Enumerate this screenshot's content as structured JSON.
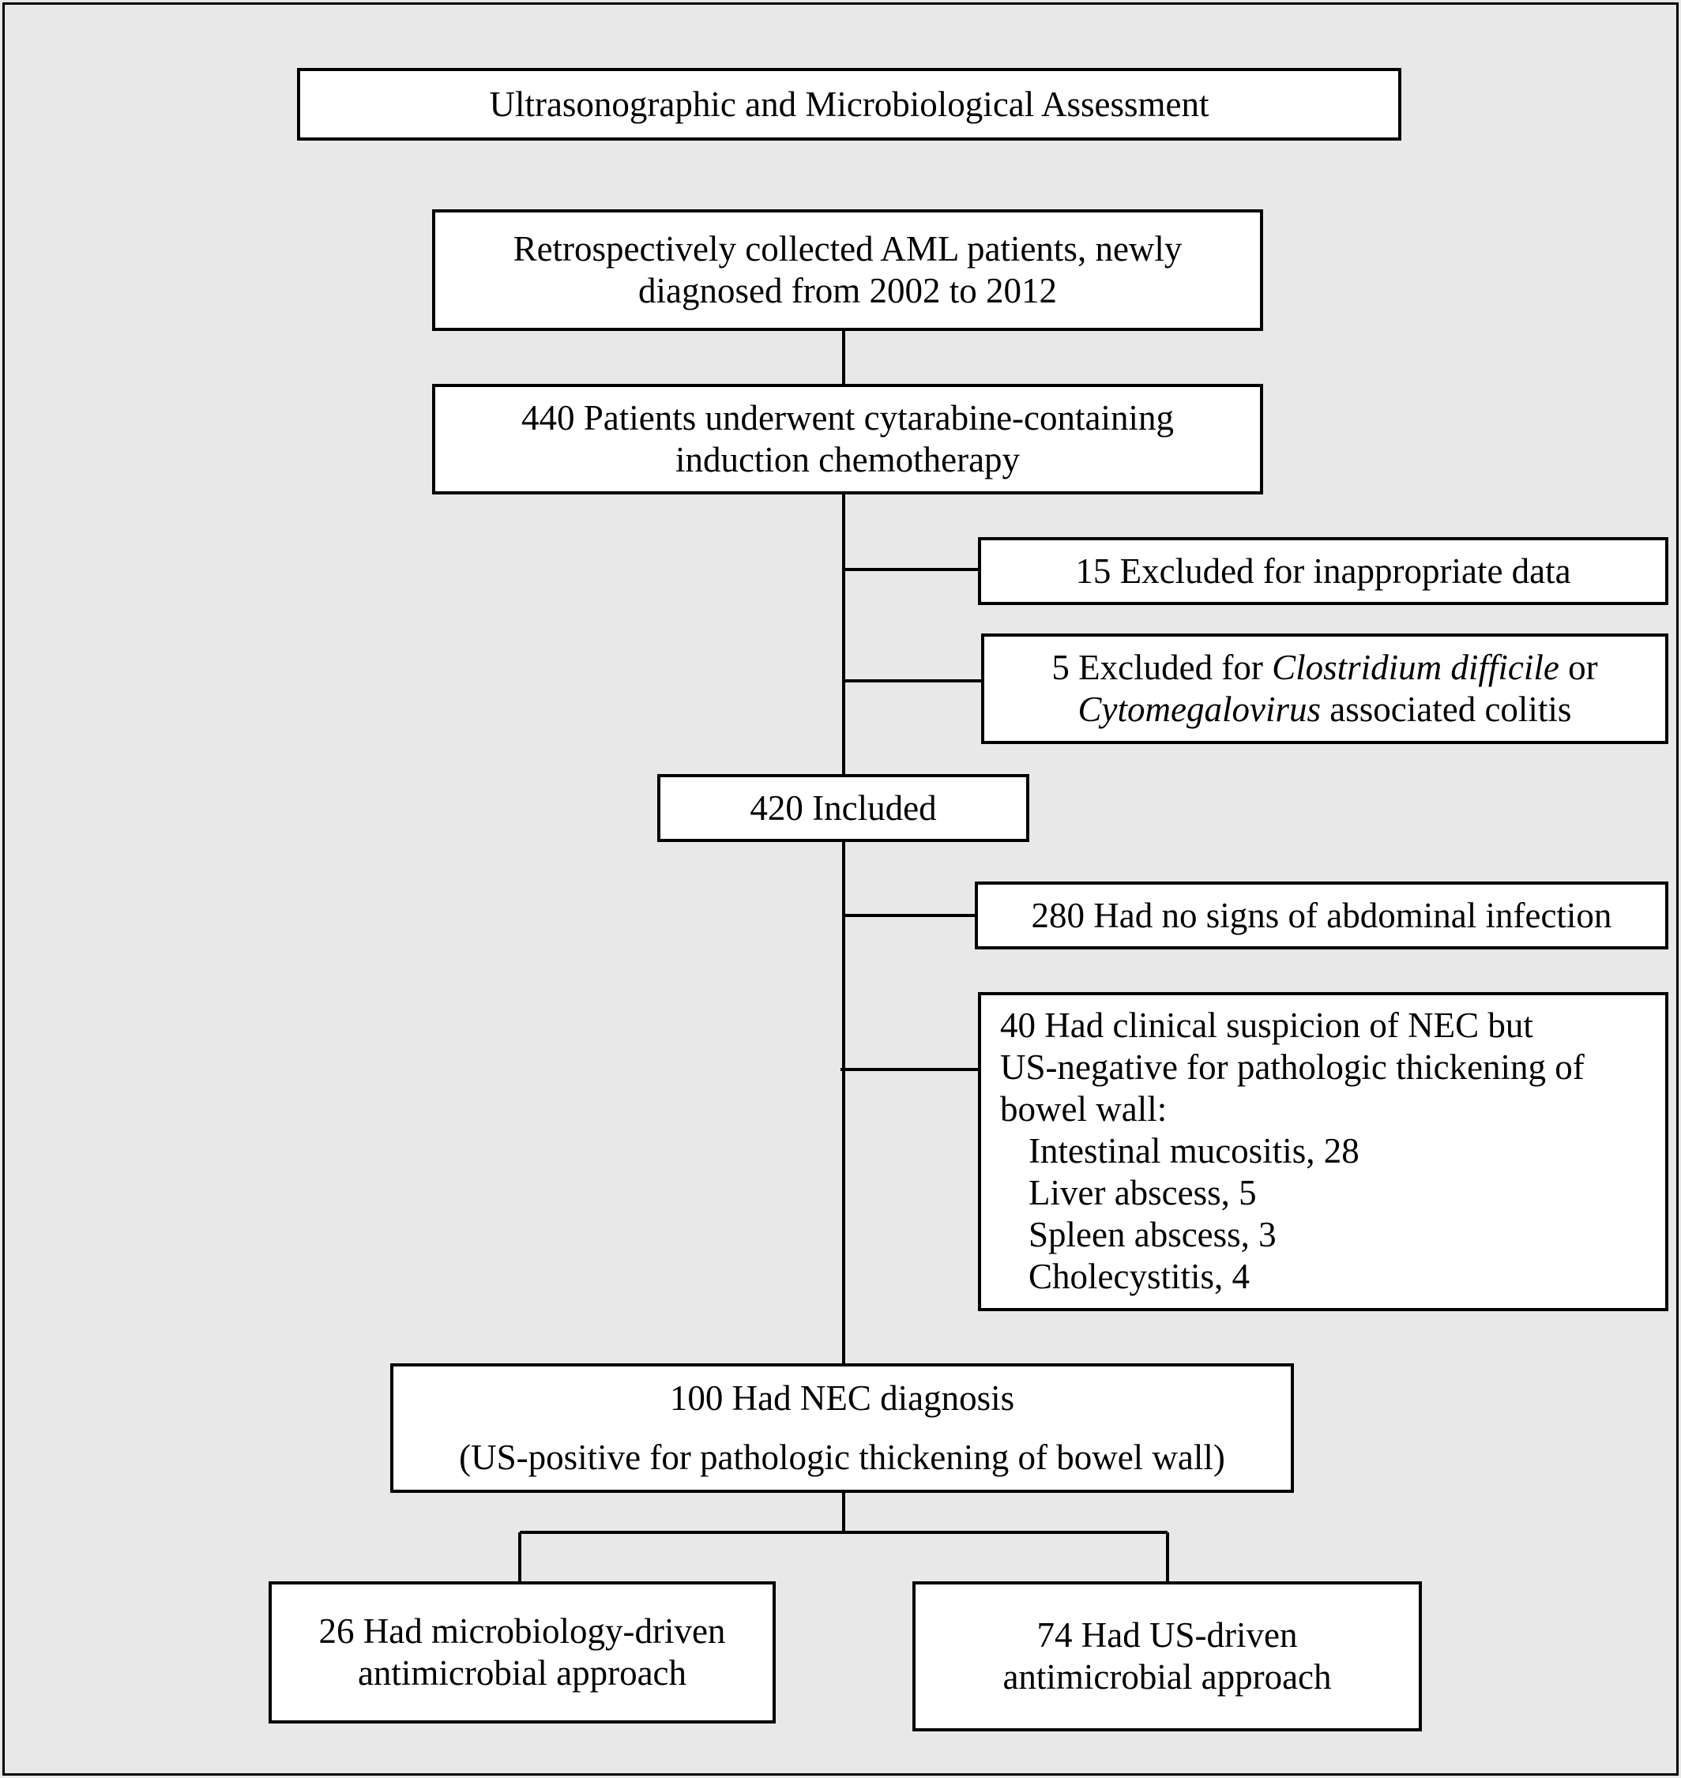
{
  "title": "Ultrasonographic and Microbiological Assessment",
  "boxes": {
    "collected": [
      "Retrospectively collected AML patients, newly",
      "diagnosed from 2002 to 2012"
    ],
    "underwent": [
      "440 Patients underwent cytarabine-containing",
      "induction chemotherapy"
    ],
    "excluded_data": "15 Excluded for inappropriate data",
    "excluded_colitis": {
      "count": "5 Excluded for ",
      "organism1": "Clostridium difficile",
      "or": " or",
      "organism2": "Cytomegalovirus",
      "rest": " associated colitis"
    },
    "included": "420 Included",
    "no_signs": "280 Had no signs of abdominal infection",
    "suspicion": {
      "lines": [
        "40 Had clinical suspicion of NEC but",
        "US-negative for pathologic thickening of",
        "bowel wall:"
      ],
      "items": [
        "Intestinal mucositis, 28",
        "Liver abscess, 5",
        "Spleen abscess, 3",
        "Cholecystitis, 4"
      ]
    },
    "nec": [
      "100 Had NEC diagnosis",
      "(US-positive for pathologic thickening of bowel wall)"
    ],
    "micro": [
      "26 Had microbiology-driven",
      "antimicrobial approach"
    ],
    "us": [
      "74 Had US-driven",
      "antimicrobial approach"
    ]
  }
}
